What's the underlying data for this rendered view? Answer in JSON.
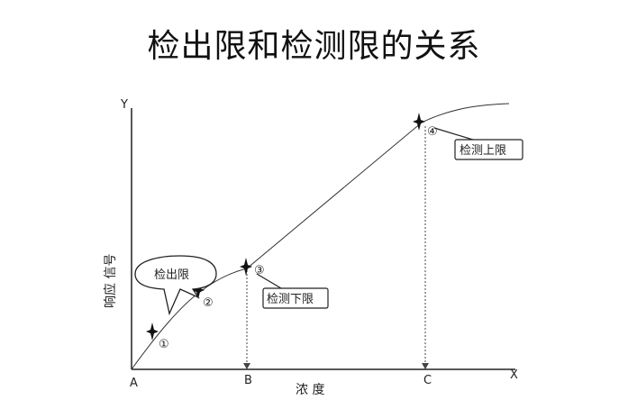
{
  "title": "检出限和检测限的关系",
  "diagram": {
    "axis_y_letter": "Y",
    "axis_x_letter": "X",
    "y_axis_label": "响应 信号",
    "x_axis_label": "浓 度",
    "x_points": [
      "A",
      "B",
      "C"
    ],
    "markers": [
      "①",
      "②",
      "③",
      "④"
    ],
    "callouts": {
      "detection_limit": "检出限",
      "lower_quant_limit": "检测下限",
      "upper_quant_limit": "检测上限"
    }
  }
}
